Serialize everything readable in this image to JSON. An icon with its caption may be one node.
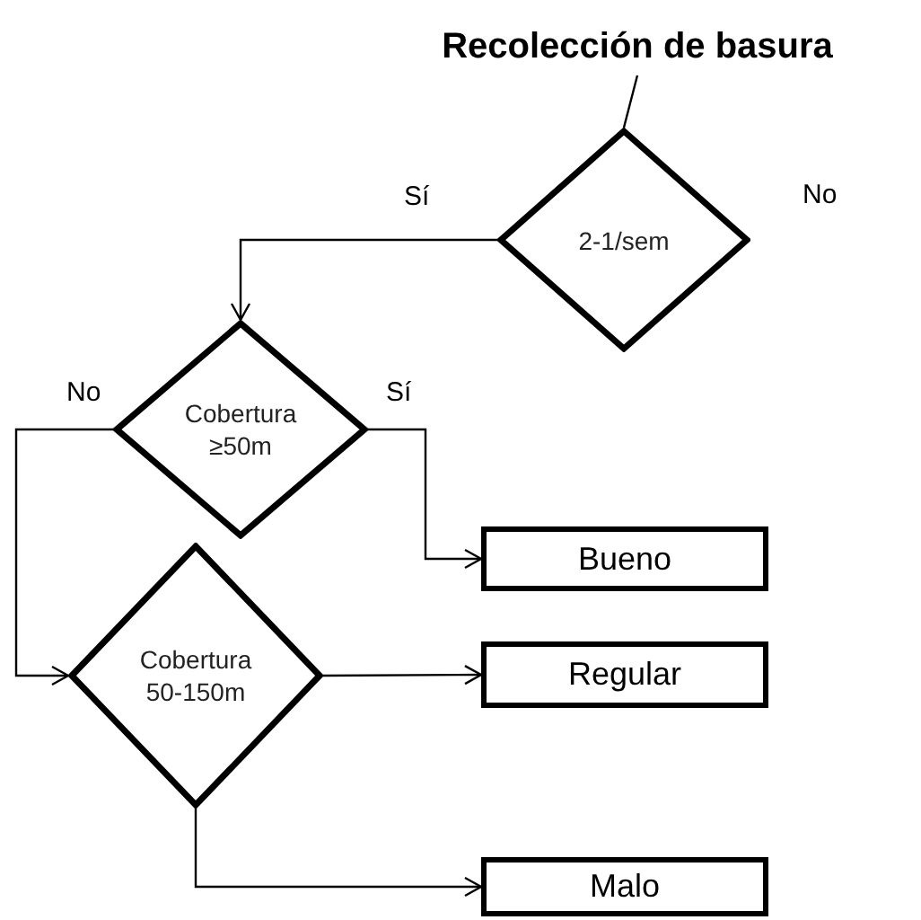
{
  "diagram": {
    "nodes": [
      {
        "text": [
          "Recolección de basura"
        ]
      },
      {
        "text": [
          "2-1/sem"
        ]
      },
      {
        "text": [
          "Cobertura ≥50m"
        ]
      },
      {
        "text": [
          "Cobertura 50-150m"
        ]
      },
      {
        "text": [
          "Bueno"
        ]
      },
      {
        "text": [
          "Regular"
        ]
      },
      {
        "text": [
          "Malo"
        ]
      }
    ],
    "edges": [
      {
        "from": 0,
        "to": 1,
        "arrow": "none"
      },
      {
        "from": 1,
        "to": 2,
        "arrow": "to",
        "label": "Sí"
      },
      {
        "from": 2,
        "to": 4,
        "arrow": "to",
        "label": "Sí"
      },
      {
        "from": 2,
        "to": 3,
        "arrow": "to",
        "label": "No"
      },
      {
        "from": 3,
        "to": 5,
        "arrow": "to"
      },
      {
        "from": 3,
        "to": 6,
        "arrow": "to"
      }
    ],
    "labels": [
      "No"
    ]
  }
}
